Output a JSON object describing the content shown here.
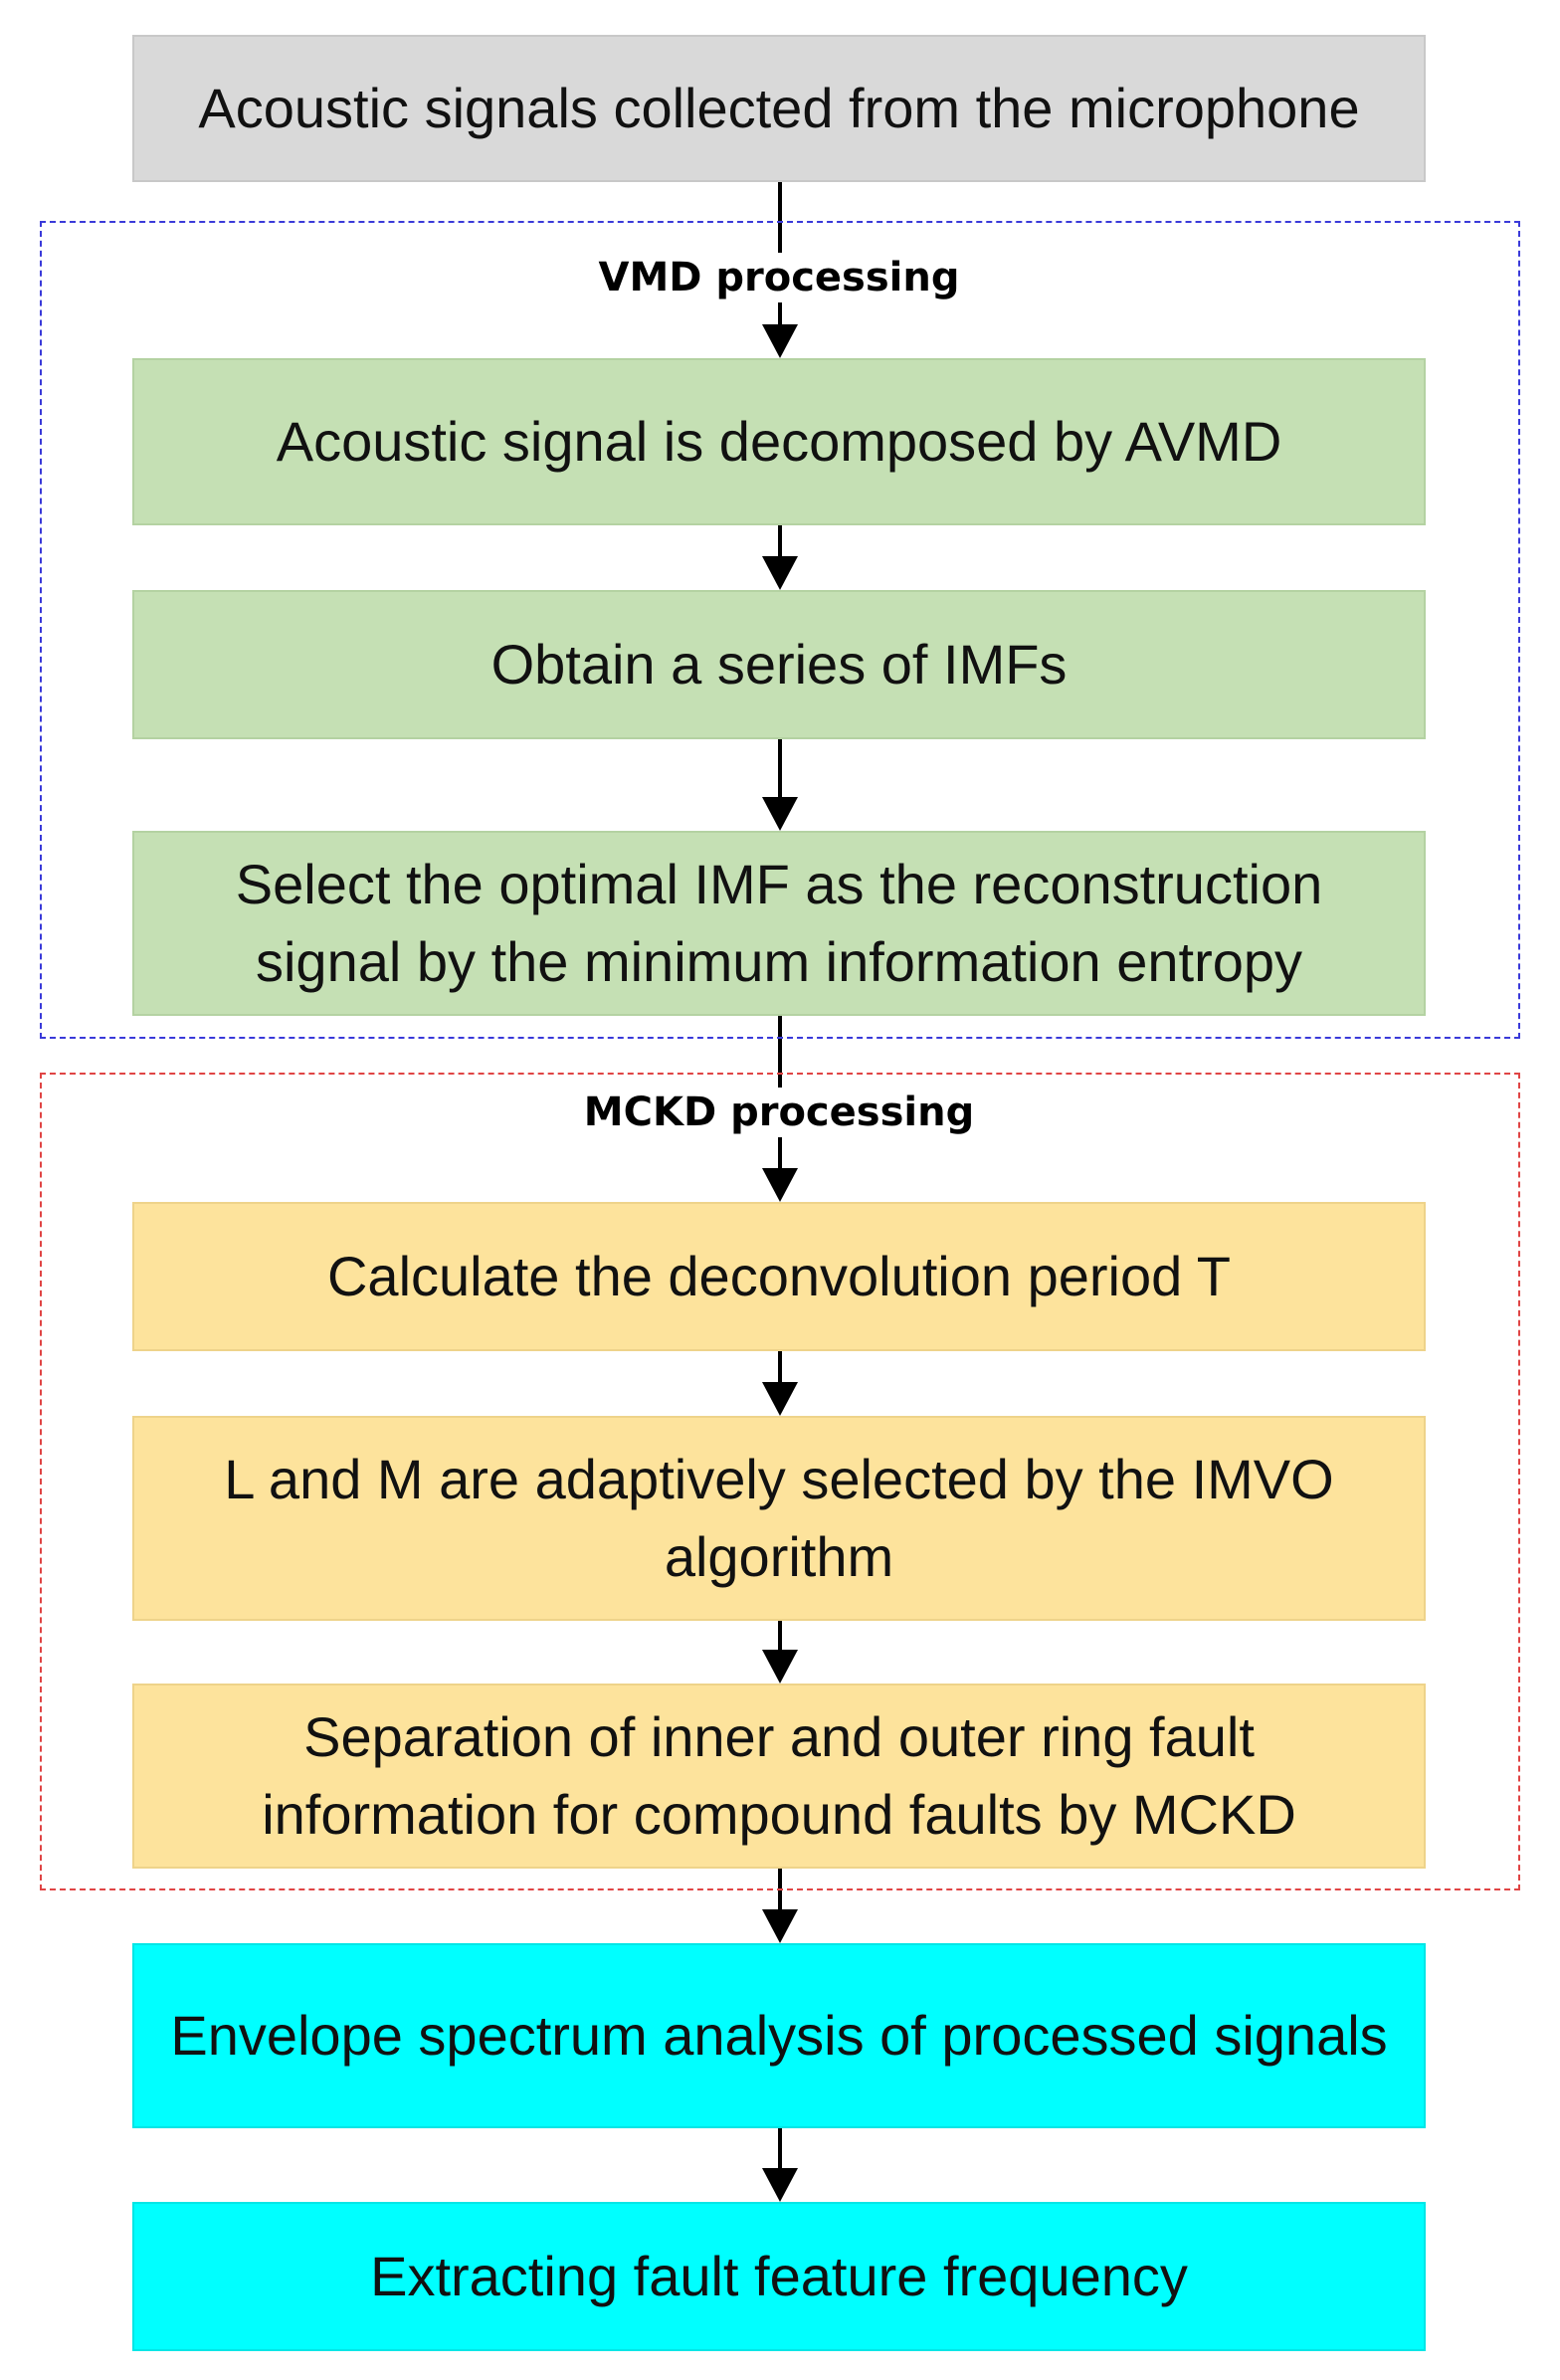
{
  "steps": [
    {
      "id": "collect",
      "text": "Acoustic signals collected from the microphone"
    },
    {
      "id": "decompose",
      "text": "Acoustic signal is decomposed by AVMD"
    },
    {
      "id": "imfs",
      "text": "Obtain a series of IMFs"
    },
    {
      "id": "select",
      "text": "Select the optimal IMF as the reconstruction signal by the minimum information entropy"
    },
    {
      "id": "period",
      "text": "Calculate the deconvolution period T"
    },
    {
      "id": "adaptive",
      "text": "L and M are adaptively selected by the IMVO algorithm"
    },
    {
      "id": "separate",
      "text": "Separation of inner and outer ring fault information for compound faults by MCKD"
    },
    {
      "id": "envelope",
      "text": "Envelope spectrum analysis of processed signals"
    },
    {
      "id": "extract",
      "text": "Extracting fault feature frequency"
    }
  ],
  "groups": [
    {
      "id": "vmd",
      "label": "VMD processing",
      "border_color": "#3a3ad9"
    },
    {
      "id": "mckd",
      "label": "MCKD processing",
      "border_color": "#e04545"
    }
  ],
  "colors": {
    "gray": "#d9d9d9",
    "green": "#c5e0b4",
    "yellow": "#fde39c",
    "cyan": "#00ffff",
    "arrow": "#000000"
  }
}
